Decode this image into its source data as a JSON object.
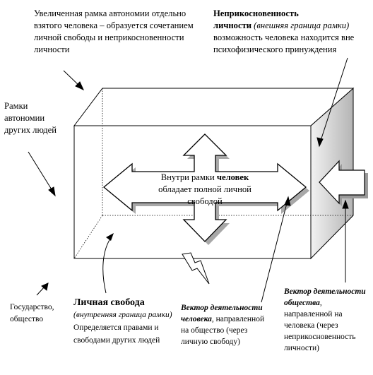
{
  "labels": {
    "autonomy_frame_desc": "Увеличенная рамка автономии отдельно взятого человека – образуется сочетанием личной свободы и неприкосновенности личности",
    "inviolability_title": "Неприкосновенность",
    "inviolability_title2": "личности",
    "inviolability_sub": "(внешняя граница рамки)",
    "inviolability_desc": "возможность человека находится вне психофизического принуждения",
    "frames_others": "Рамки автономии других людей",
    "inside_pre": "Внутри рамки ",
    "inside_bold": "человек",
    "inside_rest": "обладает полной личной свободой",
    "personal_freedom_title": "Личная свобода",
    "personal_freedom_sub": "(внутренняя граница рамки)",
    "personal_freedom_desc": "Определяется правами и свободами других людей",
    "state_society": "Государство, общество",
    "vector_person_title": "Вектор деятельности человека",
    "vector_person_desc": ", направленной на общество (через личную свободу)",
    "vector_society_title": "Вектор деятельности общества",
    "vector_society_desc": ", направленной на человека (через неприкосновенность личности)"
  },
  "colors": {
    "line": "#000000",
    "shadow": "#a0a0a0",
    "side_face_light": "#e4e4e4",
    "side_face_dark": "#b8b8b8"
  },
  "icons": [
    "lightning-icon"
  ]
}
